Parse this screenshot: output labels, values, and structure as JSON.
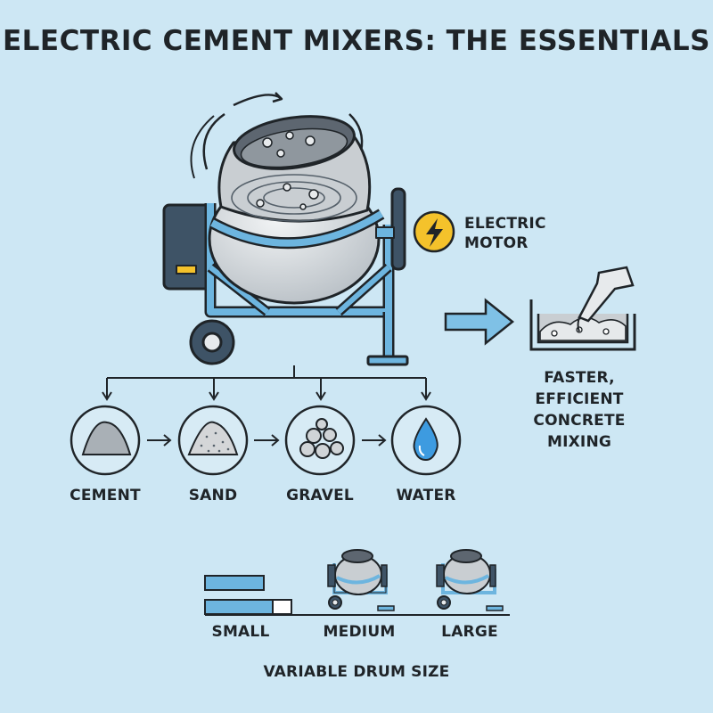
{
  "title": "ELECTRIC CEMENT MIXERS: THE ESSENTIALS",
  "motor_label": {
    "line1": "ELECTRIC",
    "line2": "MOTOR"
  },
  "result_label": {
    "line1": "FASTER, EFFICIENT",
    "line2": "CONCRETE MIXING"
  },
  "ingredients": [
    {
      "label": "CEMENT",
      "icon": "cement-pile-icon"
    },
    {
      "label": "SAND",
      "icon": "sand-pile-icon"
    },
    {
      "label": "GRAVEL",
      "icon": "gravel-icon"
    },
    {
      "label": "WATER",
      "icon": "water-drop-icon"
    }
  ],
  "drum_sizes": {
    "items": [
      {
        "label": "SMALL"
      },
      {
        "label": "MEDIUM"
      },
      {
        "label": "LARGE"
      }
    ],
    "caption": "VARIABLE DRUM SIZE"
  },
  "colors": {
    "background": "#cde7f4",
    "frame_blue": "#6db5df",
    "outline": "#1f2428",
    "drum_grey": "#c9ced2",
    "motor_dark": "#3e5366",
    "lightning_yellow": "#f4c22b",
    "arrow_blue": "#7fc1e6"
  }
}
